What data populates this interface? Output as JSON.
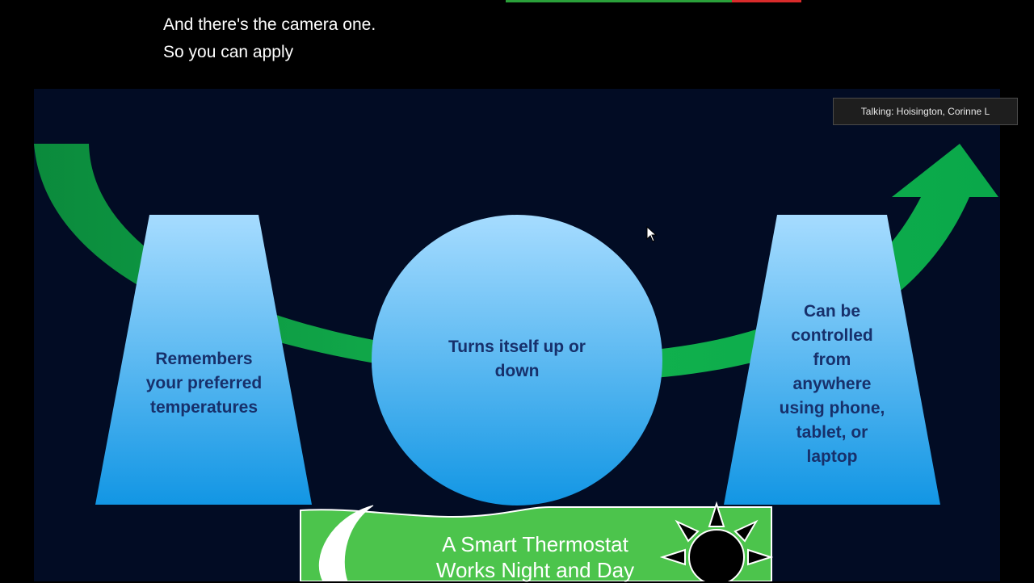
{
  "captions": {
    "line1": "And there's the camera one.",
    "line2": "So you can apply"
  },
  "meeting": {
    "talking_indicator": "Talking: Hoisington, Corinne L"
  },
  "slide": {
    "left_shape_text": "Remembers your preferred temperatures",
    "left_shape_lines": [
      "Remembers",
      "your preferred",
      "temperatures"
    ],
    "center_shape_text": "Turns itself up or down",
    "center_shape_lines": [
      "Turns itself up or",
      "down"
    ],
    "right_shape_text": "Can be controlled from anywhere using phone, tablet, or laptop",
    "right_shape_lines": [
      "Can be",
      "controlled",
      "from",
      "anywhere",
      "using phone,",
      "tablet, or",
      "laptop"
    ],
    "banner_lines": [
      "A Smart Thermostat",
      "Works Night and Day"
    ],
    "banner_icons": [
      "moon-icon",
      "sun-icon"
    ]
  },
  "colors": {
    "arrow_green": "#0fa84a",
    "shape_light_blue": "#a6dcff",
    "shape_dark_blue": "#1296e4",
    "banner_green": "#4cc44c",
    "slide_background": "#020c24",
    "text_navy": "#17306b"
  }
}
